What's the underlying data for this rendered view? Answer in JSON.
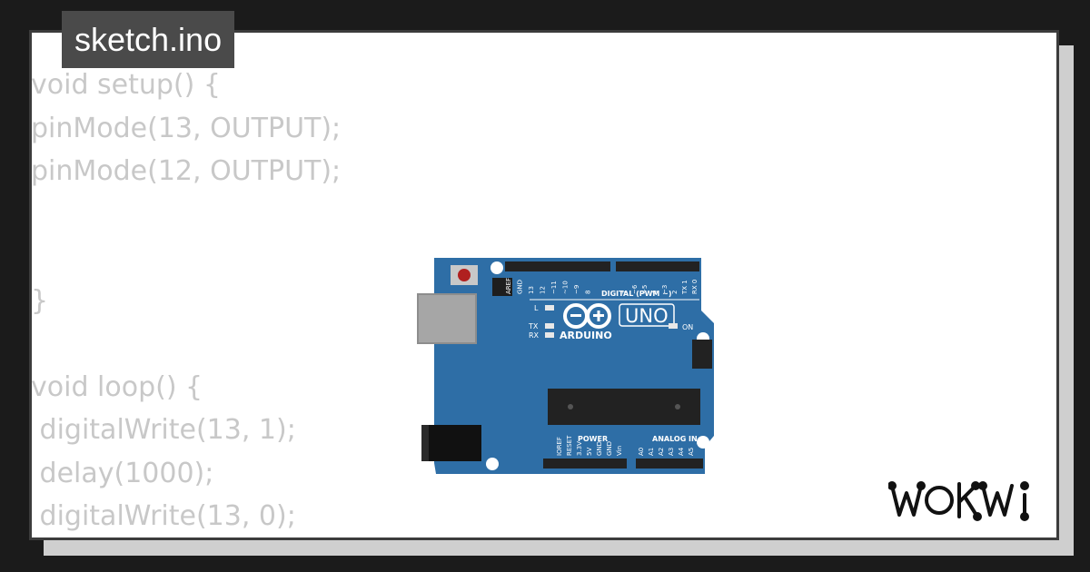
{
  "editor": {
    "file_tab": "sketch.ino",
    "code_lines": [
      "void setup() {",
      "pinMode(13, OUTPUT);",
      "pinMode(12, OUTPUT);",
      "",
      "",
      "}",
      "",
      "void loop() {",
      " digitalWrite(13, 1);",
      " delay(1000);",
      " digitalWrite(13, 0);"
    ]
  },
  "board": {
    "model_label": "UNO",
    "brand_label": "ARDUINO",
    "digital_label": "DIGITAL (PWM ~)",
    "power_label": "POWER",
    "analog_label": "ANALOG IN",
    "on_label": "ON",
    "l_label": "L",
    "tx_label": "TX",
    "rx_label": "RX",
    "top_pin_labels": [
      "AREF",
      "GND",
      "13",
      "12",
      "~11",
      "~10",
      "~9",
      "8",
      "7",
      "~6",
      "~5",
      "4",
      "~3",
      "2",
      "TX 1",
      "RX 0"
    ],
    "power_pin_labels": [
      "IOREF",
      "RESET",
      "3.3V",
      "5V",
      "GND",
      "GND",
      "Vin"
    ],
    "analog_pin_labels": [
      "A0",
      "A1",
      "A2",
      "A3",
      "A4",
      "A5"
    ],
    "board_color": "#2e6ea6"
  },
  "brand": {
    "logo_text": "WOKWI"
  }
}
